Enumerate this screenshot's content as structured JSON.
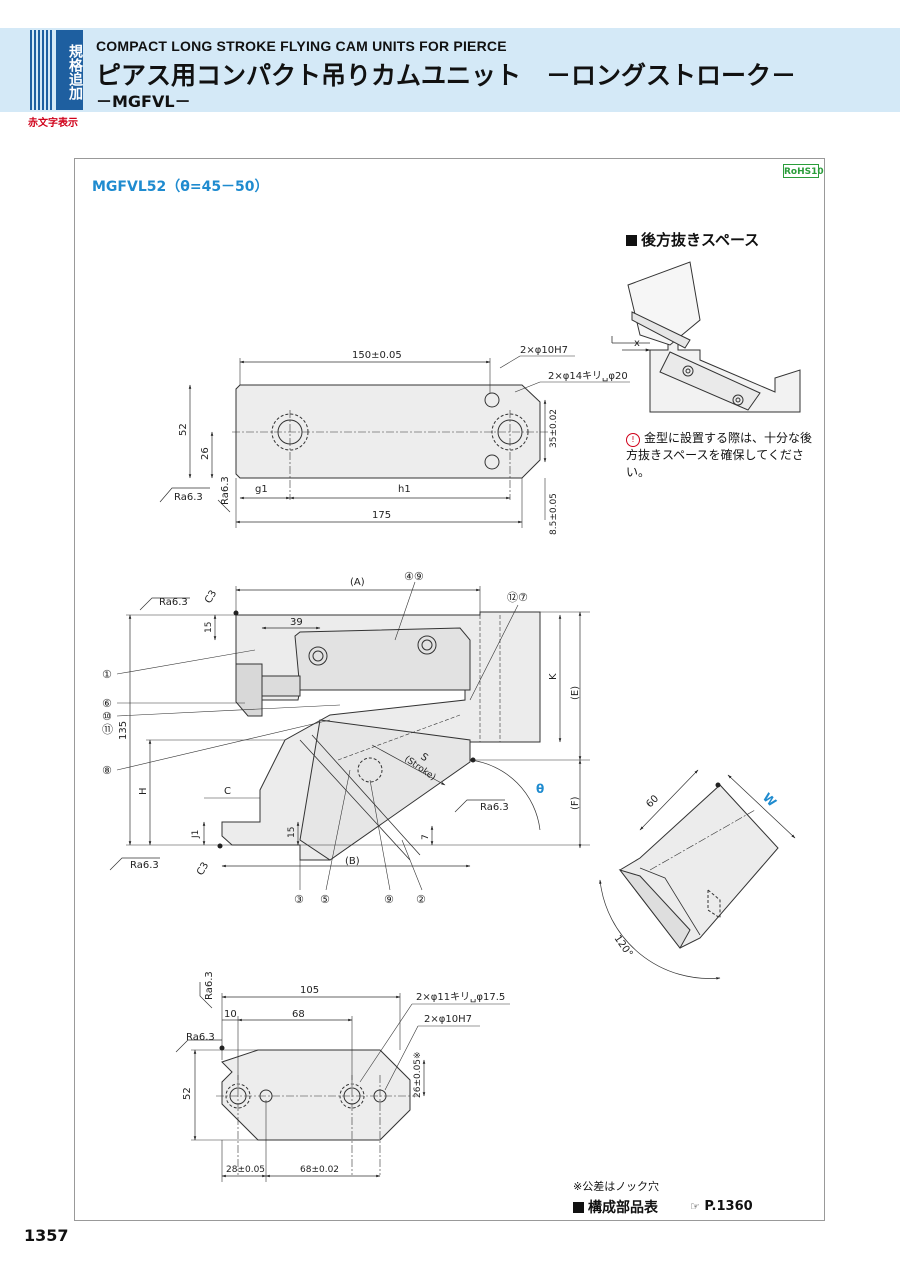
{
  "header": {
    "badge": "規格追加",
    "badge_note": "赤文字表示",
    "subtitle_en": "COMPACT LONG STROKE FLYING CAM UNITS FOR PIERCE",
    "title_jp": "ピアス用コンパクト吊りカムユニット　－ロングストローク－",
    "model_series": "－MGFVL－"
  },
  "model_label": "MGFVL52（θ=45－50）",
  "rohs": "RoHS10",
  "back_space": {
    "title": "後方抜きスペース",
    "x_label": "x",
    "notice": "金型に設置する際は、十分な後方抜きスペースを確保してください。"
  },
  "top_view": {
    "dim_150": "150±0.05",
    "hole_10": "2×φ10H7",
    "hole_14": "2×φ14キリ␣φ20",
    "dim_52": "52",
    "dim_26": "26",
    "dim_35": "35±0.02",
    "ra": "Ra6.3",
    "g1": "g1",
    "h1": "h1",
    "dim_175": "175",
    "dim_8_5": "8.5±0.05"
  },
  "front_view": {
    "A": "(A)",
    "B": "(B)",
    "E": "(E)",
    "F": "(F)",
    "K": "K",
    "H": "H",
    "C": "C",
    "J1": "J1",
    "S": "S",
    "stroke": "(Stroke)",
    "theta": "θ",
    "ra": "Ra6.3",
    "c3": "C3",
    "dim_15a": "15",
    "dim_39": "39",
    "dim_135": "135",
    "dim_15b": "15",
    "dim_7": "7",
    "callouts": [
      "①",
      "⑥",
      "⑩",
      "⑪",
      "⑧",
      "④⑨",
      "⑫⑦",
      "③",
      "⑤",
      "⑨",
      "②"
    ]
  },
  "side_view": {
    "dim_60": "60",
    "W": "W",
    "angle": "120°"
  },
  "bottom_view": {
    "ra": "Ra6.3",
    "dim_105": "105",
    "dim_10": "10",
    "dim_68": "68",
    "hole_11": "2×φ11キリ␣φ17.5",
    "hole_10": "2×φ10H7",
    "dim_52": "52",
    "dim_26": "26±0.05※",
    "dim_28": "28±0.05",
    "dim_68b": "68±0.02"
  },
  "tolerance_note": "※公差はノック穴",
  "parts_table": "構成部品表",
  "page_ref": "P.1360",
  "page_number": "1357",
  "colors": {
    "accent_blue": "#1f8bcf",
    "band": "#d4e9f7",
    "badge": "#1e5fa0",
    "red": "#d0021b",
    "rohs": "#2a9d3a"
  }
}
